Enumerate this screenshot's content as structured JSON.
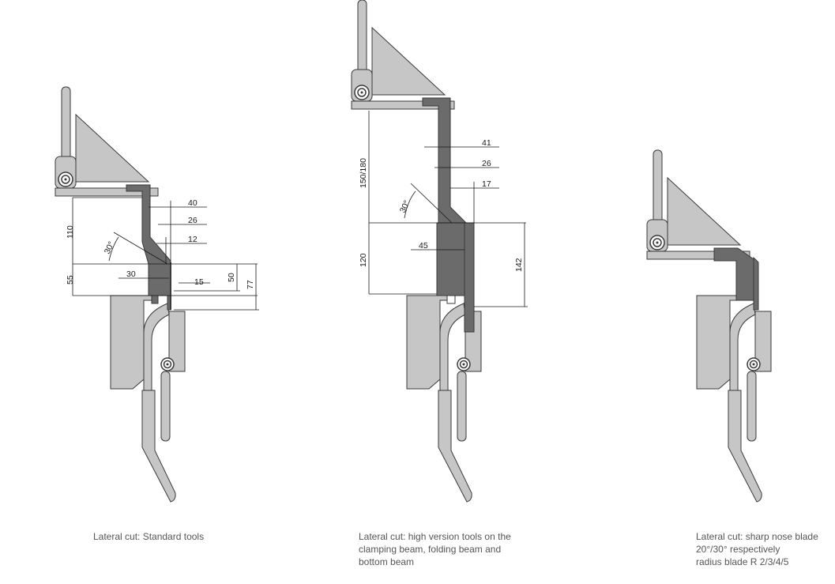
{
  "colors": {
    "tool_light": "#c6c6c6",
    "tool_dark": "#6b6b6b",
    "outline": "#3a3a3a",
    "dimension": "#1a1a1a",
    "caption_text": "#555555"
  },
  "figures": [
    {
      "caption_lines": [
        "Lateral cut: Standard tools"
      ],
      "dimensions": {
        "d40": "40",
        "d26": "26",
        "d12": "12",
        "d110": "110",
        "d30deg": "30°",
        "d30": "30",
        "d15": "15",
        "d55": "55",
        "d50": "50",
        "d77": "77"
      }
    },
    {
      "caption_lines": [
        "Lateral cut: high version tools on the",
        "clamping beam, folding beam and",
        "bottom beam"
      ],
      "dimensions": {
        "d41": "41",
        "d26": "26",
        "d17": "17",
        "d150180": "150/180",
        "d30deg": "30°",
        "d45": "45",
        "d120": "120",
        "d142": "142"
      }
    },
    {
      "caption_lines": [
        "Lateral cut: sharp nose blade",
        "20°/30° respectively",
        "radius blade R 2/3/4/5"
      ]
    }
  ]
}
